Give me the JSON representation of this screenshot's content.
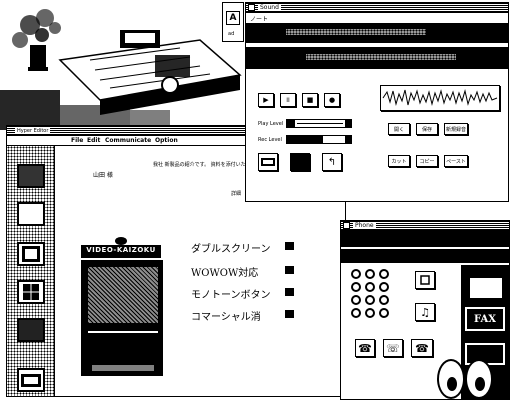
{
  "sound": {
    "title": "Sound",
    "sub_title": "ノート",
    "transport": [
      "▶",
      "II",
      "■",
      "●"
    ],
    "play_level": "Play Level",
    "rec_level": "Rec Level",
    "edit_buttons": [
      "開く",
      "保存",
      "新規録音",
      "カット",
      "コピー",
      "ペースト"
    ]
  },
  "hyper": {
    "title": "Hyper Editor",
    "menu": [
      "File",
      "Edit",
      "Communicate",
      "Option"
    ],
    "doc_label": "山田 様",
    "doc_text": "我社 新製品の紹介です。 資料を添付いたします。",
    "doc_side": "詳細",
    "product_name": "VIDEO-KAIZOKU",
    "features": [
      "ダブルスクリーン",
      "WOWOW対応",
      "モノトーンボタン",
      "コマーシャル消"
    ]
  },
  "phone": {
    "title": "Phone",
    "fax_label": "FAX"
  },
  "side_toolbar": {
    "a_label": "A",
    "a_sub": "ad"
  }
}
